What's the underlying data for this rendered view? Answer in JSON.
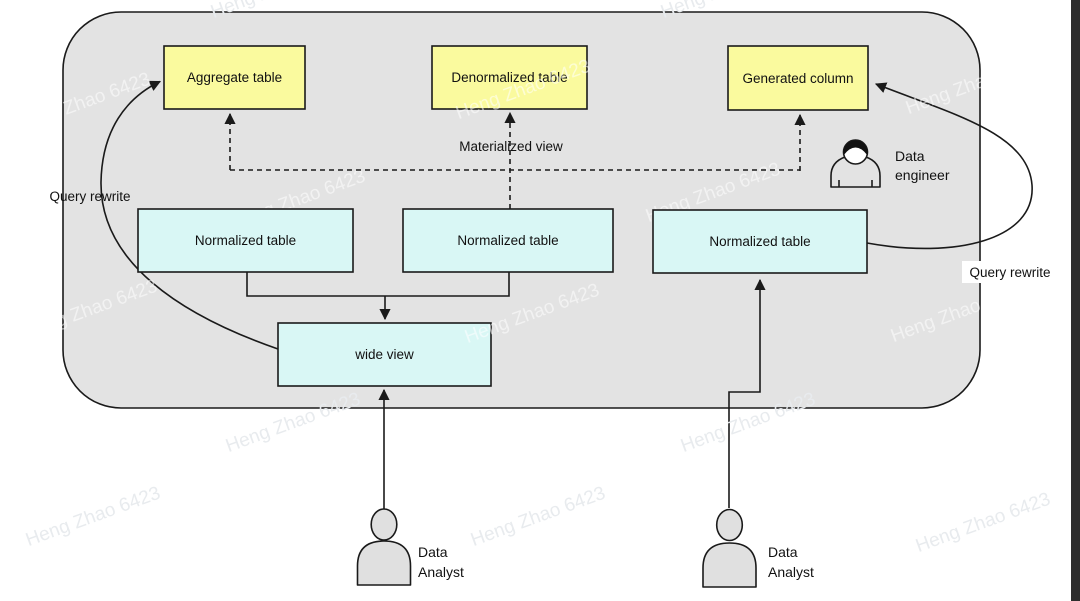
{
  "diagram": {
    "nodes": {
      "aggregate_table": {
        "label": "Aggregate table"
      },
      "denormalized_table": {
        "label": "Denormalized table"
      },
      "generated_column": {
        "label": "Generated column"
      },
      "normalized_table_left": {
        "label": "Normalized table"
      },
      "normalized_table_middle": {
        "label": "Normalized table"
      },
      "normalized_table_right": {
        "label": "Normalized table"
      },
      "wide_view": {
        "label": "wide view"
      }
    },
    "edge_labels": {
      "materialized_view": "Materialized view",
      "query_rewrite_left": "Query rewrite",
      "query_rewrite_right": "Query rewrite"
    },
    "actors": {
      "data_engineer": {
        "line1": "Data",
        "line2": "engineer"
      },
      "data_analyst_left": {
        "line1": "Data",
        "line2": "Analyst"
      },
      "data_analyst_right": {
        "line1": "Data",
        "line2": "Analyst"
      }
    },
    "colors": {
      "table_fill": "#fafa9e",
      "view_fill": "#d9f7f5",
      "container_fill": "#e3e3e3",
      "line": "#1a1a1a",
      "person_fill": "#e0e0e0",
      "window_edge": "#2e2e2e"
    }
  },
  "watermark": {
    "text": "Heng Zhao 6423",
    "color_on_gray": "rgba(255,255,255,0.55)",
    "color_on_white": "#e8ebee"
  }
}
